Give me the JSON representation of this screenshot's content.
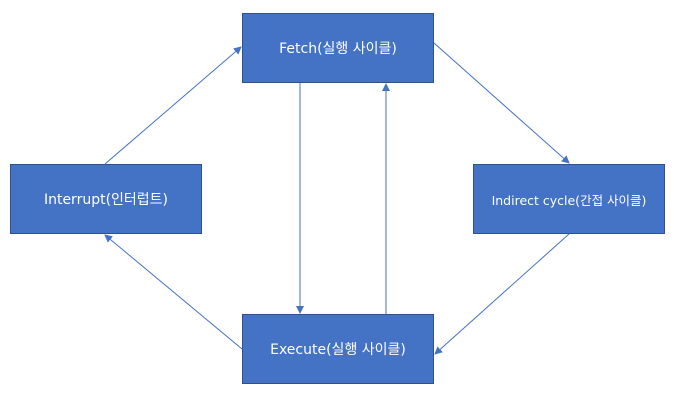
{
  "nodes": {
    "fetch": {
      "label": "Fetch(실행 사이클)"
    },
    "interrupt": {
      "label": "Interrupt(인터럽트)"
    },
    "indirect": {
      "label": "Indirect cycle(간접 사이클)"
    },
    "execute": {
      "label": "Execute(실행 사이클)"
    }
  },
  "edges": [
    {
      "from": "fetch",
      "to": "indirect"
    },
    {
      "from": "indirect",
      "to": "execute"
    },
    {
      "from": "fetch",
      "to": "execute"
    },
    {
      "from": "execute",
      "to": "fetch"
    },
    {
      "from": "execute",
      "to": "interrupt"
    },
    {
      "from": "interrupt",
      "to": "fetch"
    }
  ],
  "colors": {
    "node_fill": "#4472c4",
    "node_border": "#2f528f",
    "node_text": "#ffffff",
    "arrow": "#4472c4"
  }
}
